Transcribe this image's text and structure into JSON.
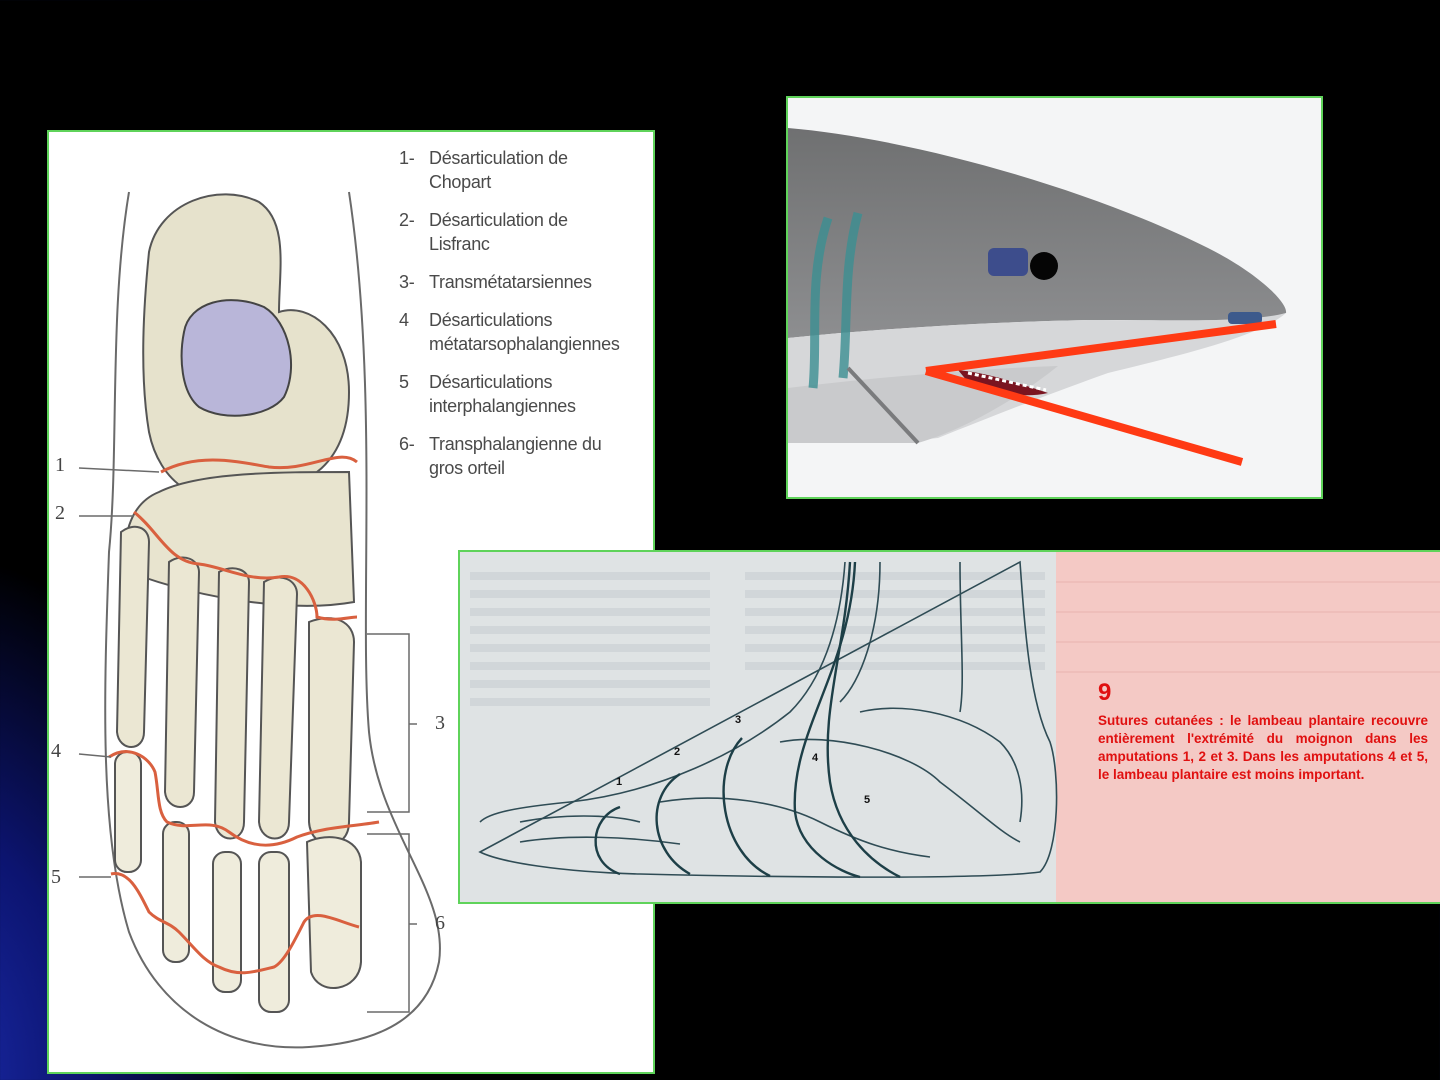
{
  "foot_legend": [
    {
      "num": "1-",
      "text": "Désarticulation de Chopart"
    },
    {
      "num": "2-",
      "text": "Désarticulation de Lisfranc"
    },
    {
      "num": "3-",
      "text": "Transmétatarsiennes"
    },
    {
      "num": "4",
      "text": "Désarticulations métatarsophalangiennes"
    },
    {
      "num": "5",
      "text": "Désarticulations interphalangiennes"
    },
    {
      "num": "6-",
      "text": "Transphalangienne du gros orteil"
    }
  ],
  "foot_labels": {
    "l1": "1",
    "l2": "2",
    "l3": "3",
    "l4": "4",
    "l5": "5",
    "l6": "6"
  },
  "side_view": {
    "figure_number": "9",
    "caption": "Sutures cutanées : le lambeau plantaire recouvre entièrement l'extrémité du moignon dans les amputations 1, 2 et 3. Dans les amputations 4 et 5, le lambeau plantaire est moins important.",
    "markers": {
      "m1": "1",
      "m2": "2",
      "m3": "3",
      "m4": "4",
      "m5": "5"
    }
  },
  "colors": {
    "accent_red": "#ff3a14",
    "frame_green": "#5fd35a",
    "amputation_line": "#d9603f",
    "caption_red": "#e01010"
  }
}
